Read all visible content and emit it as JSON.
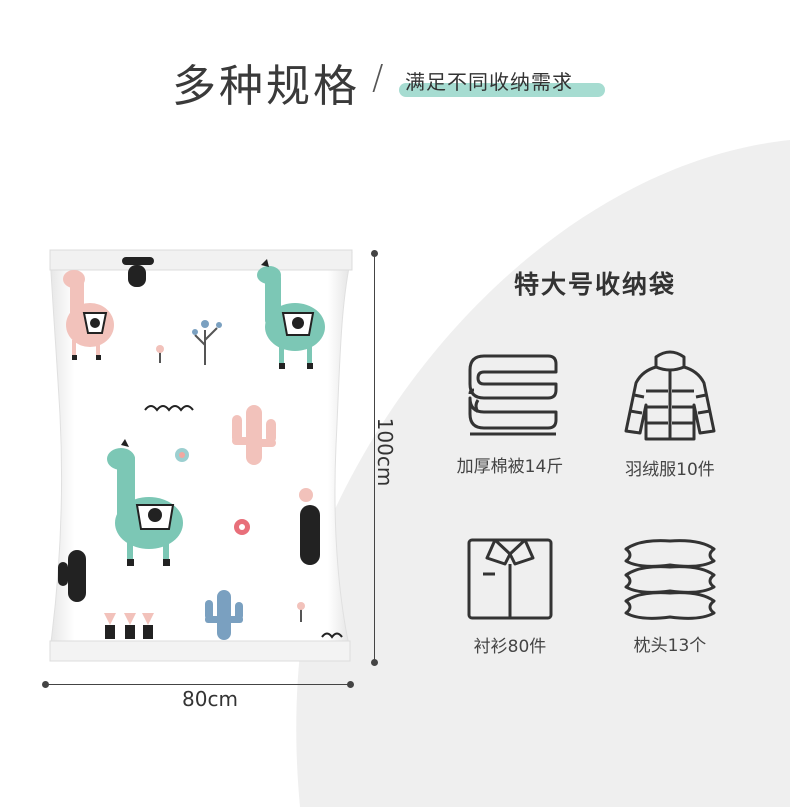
{
  "header": {
    "title": "多种规格",
    "slash": "/",
    "subtitle": "满足不同收纳需求"
  },
  "bag": {
    "height_label": "100cm",
    "width_label": "80cm"
  },
  "panel": {
    "title": "特大号收纳袋",
    "items": [
      {
        "icon": "quilt-stack-icon",
        "label": "加厚棉被14斤"
      },
      {
        "icon": "down-jacket-icon",
        "label": "羽绒服10件"
      },
      {
        "icon": "shirt-icon",
        "label": "衬衫80件"
      },
      {
        "icon": "pillow-stack-icon",
        "label": "枕头13个"
      }
    ]
  },
  "colors": {
    "highlight": "#a6dcd1",
    "llama_green": "#7cc7b5",
    "llama_pink": "#f2c2bb",
    "background_curve": "#efefef"
  }
}
